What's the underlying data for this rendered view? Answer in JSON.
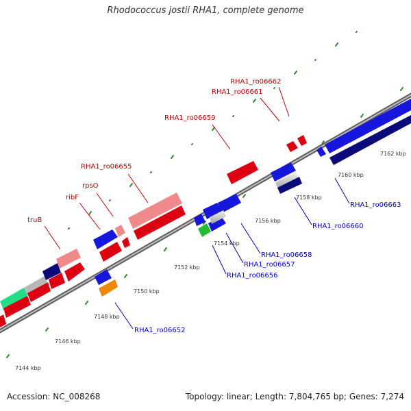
{
  "title": "Rhodococcus jostii RHA1, complete genome",
  "footer": {
    "accession": "Accession: NC_008268",
    "summary": "Topology: linear; Length: 7,804,765 bp; Genes: 7,274"
  },
  "colors": {
    "forward_label": "#cc0000",
    "reverse_label": "#0000cc",
    "backbone": "#7f7f7f",
    "ticks": "#2e8b2e"
  },
  "tick_labels": [
    "7144 kbp",
    "7146 kbp",
    "7148 kbp",
    "7150 kbp",
    "7152 kbp",
    "7154 kbp",
    "7156 kbp",
    "7158 kbp",
    "7160 kbp",
    "7162 kbp"
  ],
  "forward_labels": [
    "truB",
    "ribF",
    "rpsO",
    "RHA1_ro06655",
    "RHA1_ro06659",
    "RHA1_ro06661",
    "RHA1_ro06662"
  ],
  "reverse_labels": [
    "RHA1_ro06652",
    "RHA1_ro06656",
    "RHA1_ro06657",
    "RHA1_ro06658",
    "RHA1_ro06660",
    "RHA1_ro06663"
  ]
}
